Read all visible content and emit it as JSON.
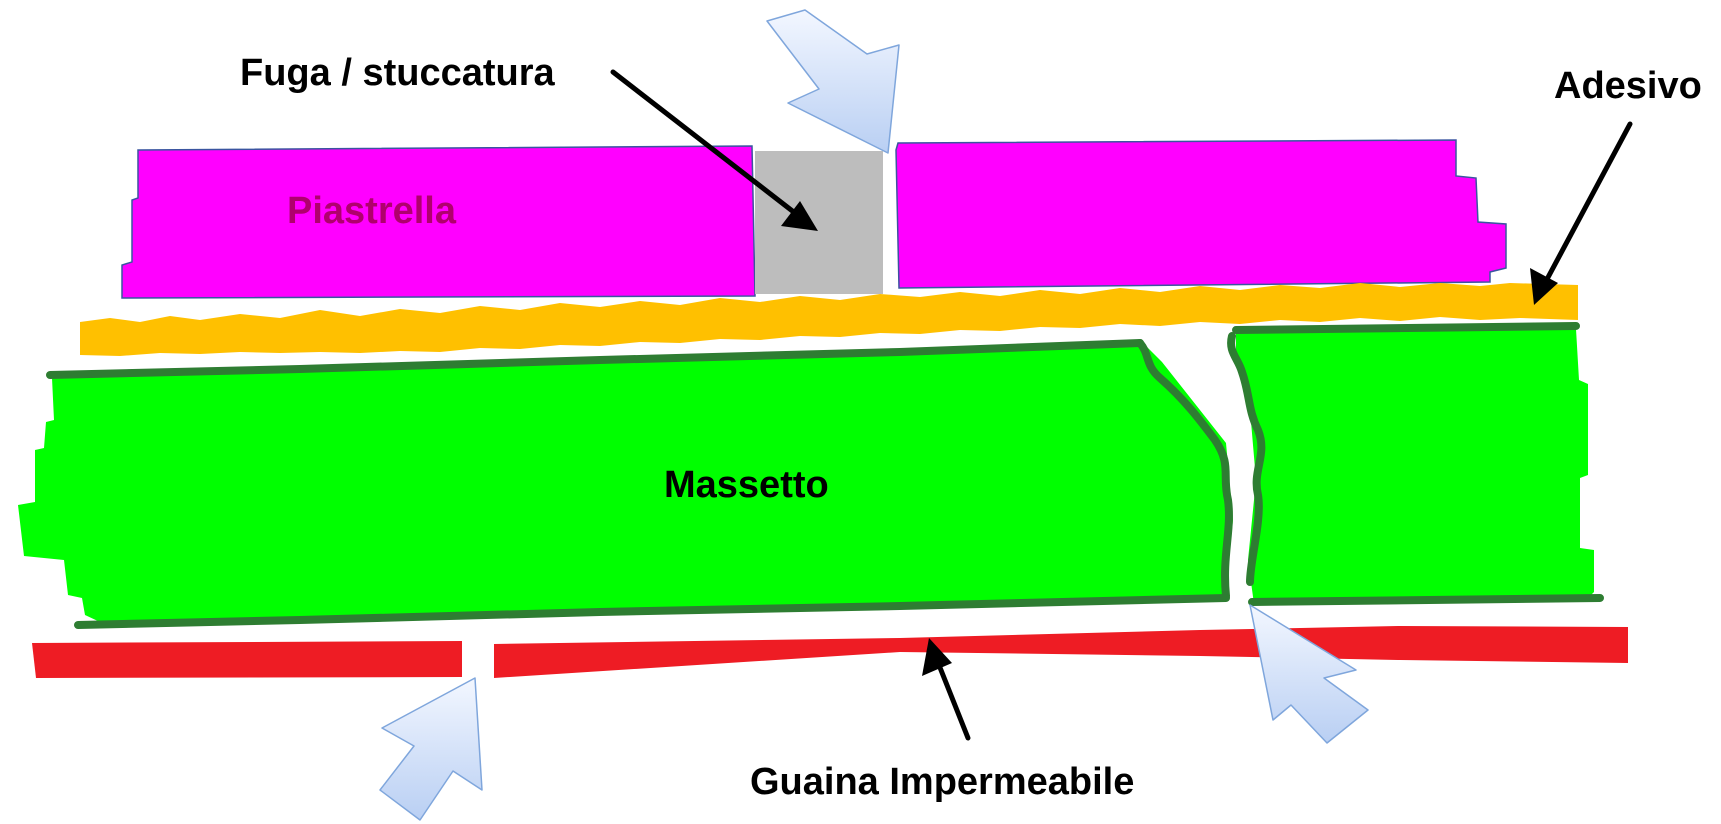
{
  "labels": {
    "grout": "Fuga / stuccatura",
    "adhesive": "Adesivo",
    "tile": "Piastrella",
    "screed": "Massetto",
    "membrane": "Guaina Impermeabile"
  },
  "colors": {
    "tile": "#ff00ff",
    "tile_label": "#b0006d",
    "grout": "#bdbdbd",
    "adhesive": "#ffc000",
    "screed": "#00ff00",
    "screed_outline": "#2e7d32",
    "membrane": "#ee1c24",
    "arrow_fill": "#cfe0fb",
    "arrow_stroke": "#7fa6dc",
    "text": "#000000"
  }
}
